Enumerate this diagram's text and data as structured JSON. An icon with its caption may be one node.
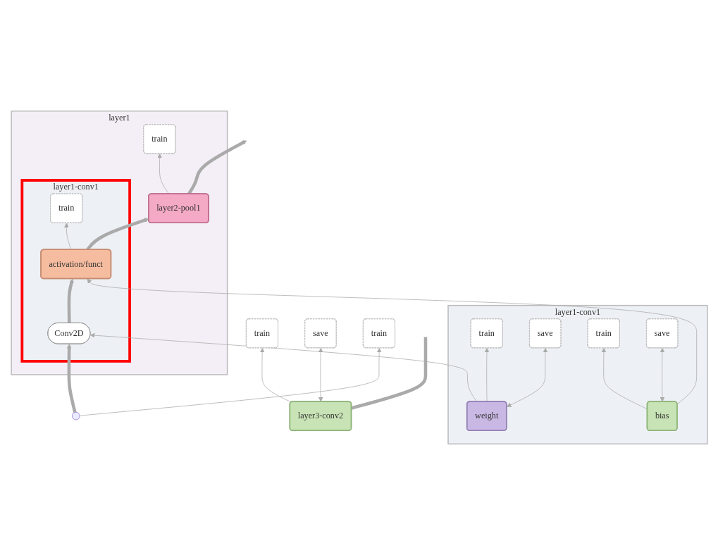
{
  "diagram": {
    "nodes": [
      {
        "text": [
          "layer1"
        ]
      },
      {
        "text": [
          "layer2-pool1"
        ],
        "in": 0
      },
      {
        "text": [
          "train"
        ],
        "in": 0
      },
      {
        "text": [
          "layer1-conv1"
        ],
        "in": 0
      },
      {
        "text": [
          "activation/funct"
        ],
        "in": 3
      },
      {
        "text": [
          "train"
        ],
        "in": 3
      },
      {
        "text": [
          "Conv2D"
        ],
        "in": 3
      },
      {
        "text": [
          "layer3-conv2"
        ]
      },
      {
        "text": [
          "train"
        ]
      },
      {
        "text": [
          "save"
        ]
      },
      {
        "text": [
          "layer1-conv1"
        ]
      },
      {
        "text": [
          "weight"
        ],
        "in": 10
      },
      {
        "text": [
          "train"
        ],
        "in": 10
      },
      {
        "text": [
          "save"
        ],
        "in": 10
      },
      {
        "text": [
          "bias"
        ],
        "in": 10
      },
      {
        "text": [
          "train"
        ],
        "in": 10
      },
      {
        "text": [
          "save"
        ],
        "in": 10
      },
      {
        "text": [],
        "shape": "circle"
      },
      {
        "text": [
          "train"
        ]
      }
    ],
    "edges": [
      {
        "from": 1,
        "to": null,
        "arrow": "to",
        "style": "thick"
      },
      {
        "from": 1,
        "to": 2,
        "arrow": "to"
      },
      {
        "from": 4,
        "to": 1,
        "arrow": "to",
        "style": "thick"
      },
      {
        "from": 4,
        "to": 5,
        "arrow": "to"
      },
      {
        "from": 6,
        "to": 4,
        "arrow": "to",
        "style": "thick"
      },
      {
        "from": 7,
        "to": null,
        "arrow": "none",
        "style": "thick"
      },
      {
        "from": 7,
        "to": 8,
        "arrow": "to"
      },
      {
        "from": 7,
        "to": 9,
        "arrow": "both"
      },
      {
        "from": 17,
        "to": 6,
        "arrow": "to",
        "style": "thick"
      },
      {
        "from": 11,
        "to": 6,
        "arrow": "to"
      },
      {
        "from": 14,
        "to": 4,
        "arrow": "to"
      },
      {
        "from": 11,
        "to": 12,
        "arrow": "to"
      },
      {
        "from": 11,
        "to": 13,
        "arrow": "both"
      },
      {
        "from": 14,
        "to": 15,
        "arrow": "to"
      },
      {
        "from": 14,
        "to": 16,
        "arrow": "both"
      },
      {
        "from": 17,
        "to": 18,
        "arrow": "to"
      }
    ]
  }
}
